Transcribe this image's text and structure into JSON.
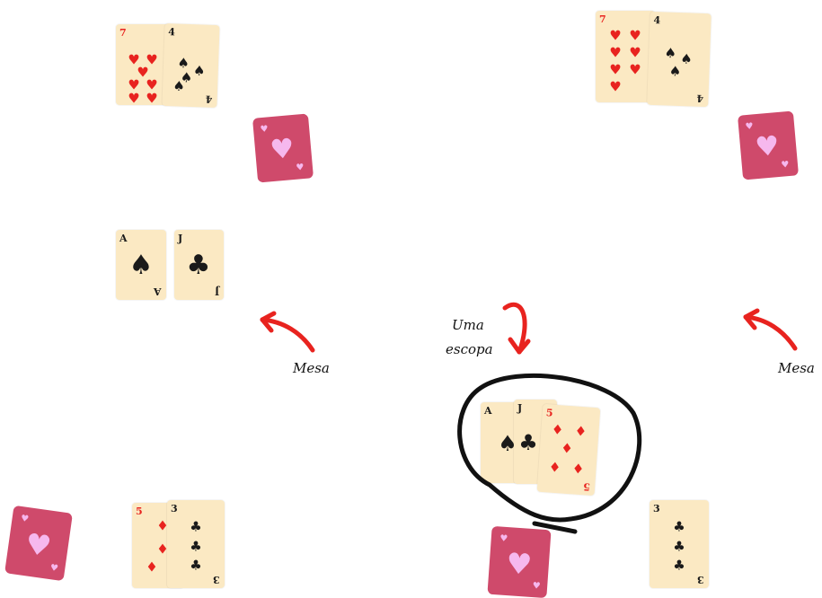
{
  "labels": {
    "mesa_left": "Mesa",
    "mesa_right": "Mesa",
    "escopa_line1": "Uma",
    "escopa_line2": "escopa"
  },
  "cards": {
    "left_top_seven": "7",
    "left_top_four": "4",
    "left_mid_ace": "A",
    "left_mid_jack": "J",
    "left_bottom_five": "5",
    "left_bottom_three": "3",
    "right_top_seven": "7",
    "right_top_four": "4",
    "right_mid_ace": "A",
    "right_mid_jack": "J",
    "right_mid_five": "5",
    "right_bottom_three": "3"
  },
  "colors": {
    "card_face": "#fbe9c3",
    "card_back": "#cf4a6b",
    "back_heart": "#f6b8ee",
    "red_suit": "#e8231f",
    "arrow": "#e8231f"
  }
}
